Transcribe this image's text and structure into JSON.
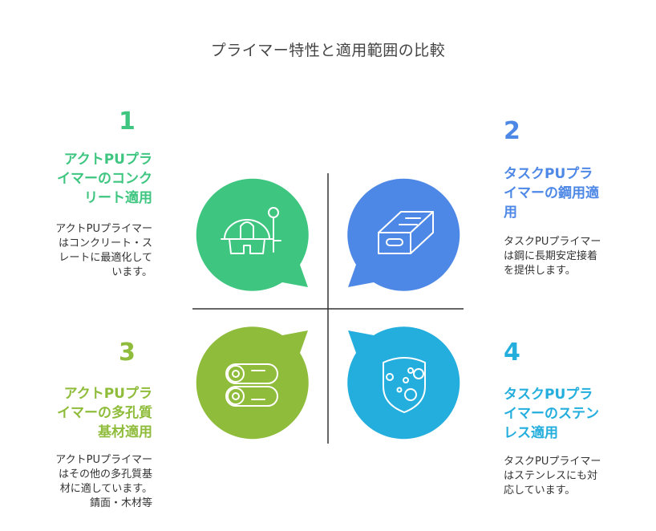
{
  "title": "プライマー特性と適用範囲の比較",
  "colors": {
    "green": "#3ec680",
    "blue": "#4e88e6",
    "lime": "#8fbc3b",
    "cyan": "#23aedd",
    "axis": "#333333"
  },
  "quadrants": [
    {
      "number": "1",
      "heading": [
        "アクトPUプラ",
        "イマーのコンク",
        "リート適用"
      ],
      "description": [
        "アクトPUプライマー",
        "はコンクリート・ス",
        "レートに最適化して",
        "います。"
      ],
      "icon": "construction-helmet-icon"
    },
    {
      "number": "2",
      "heading": [
        "タスクPUプラ",
        "イマーの鋼用適",
        "用"
      ],
      "description": [
        "タスクPUプライマー",
        "は鋼に長期安定接着",
        "を提供します。"
      ],
      "icon": "steel-beam-icon"
    },
    {
      "number": "3",
      "heading": [
        "アクトPUプラ",
        "イマーの多孔質",
        "基材適用"
      ],
      "description": [
        "アクトPUプライマー",
        "はその他の多孔質基",
        "材に適しています。",
        "錆面・木材等"
      ],
      "icon": "wood-logs-icon"
    },
    {
      "number": "4",
      "heading": [
        "タスクPUプラ",
        "イマーのステン",
        "レス適用"
      ],
      "description": [
        "タスクPUプライマー",
        "はステンレスにも対",
        "応しています。"
      ],
      "icon": "shield-spots-icon"
    }
  ]
}
